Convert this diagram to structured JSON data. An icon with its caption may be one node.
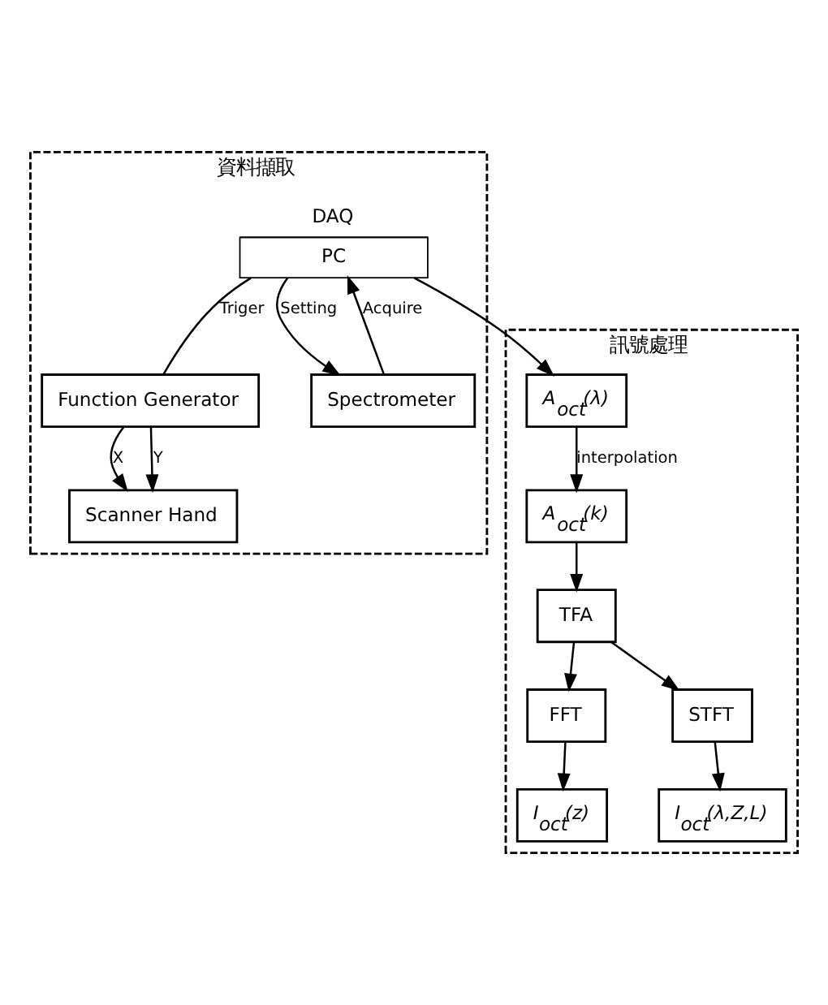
{
  "diagram": {
    "nodes": [
      {
        "text": [
          "資料擷取"
        ]
      },
      {
        "text": [
          "Function Generator"
        ],
        "in": 0
      },
      {
        "text": [
          "Scanner Hand"
        ],
        "in": 0
      },
      {
        "text": [
          "DAQ",
          "PC"
        ],
        "in": 0
      },
      {
        "text": [
          "Spectrometer"
        ],
        "in": 0
      },
      {
        "text": [
          "訊號處理"
        ]
      },
      {
        "text": [
          "A$_{oct}$(λ)"
        ],
        "in": 5
      },
      {
        "text": [
          "A$_{oct}$(k)"
        ],
        "in": 5
      },
      {
        "text": [
          "TFA"
        ],
        "in": 5
      },
      {
        "text": [
          "FFT"
        ],
        "in": 5
      },
      {
        "text": [
          "STFT"
        ],
        "in": 5
      },
      {
        "text": [
          "I$_{oct}$(z)"
        ],
        "in": 5
      },
      {
        "text": [
          "I$_{oct}$(λ,Z,L)"
        ],
        "in": 5
      }
    ],
    "edges": [
      {
        "from": 1,
        "to": 2,
        "arrow": "to",
        "label": "X"
      },
      {
        "from": 1,
        "to": 2,
        "arrow": "to",
        "label": "Y"
      },
      {
        "from": 3,
        "to": 1,
        "arrow": "none",
        "label": "Triger"
      },
      {
        "from": 3,
        "to": 4,
        "arrow": "to",
        "label": "Setting"
      },
      {
        "from": 4,
        "to": 3,
        "arrow": "to",
        "label": "Acquire"
      },
      {
        "from": 3,
        "to": 6,
        "arrow": "to"
      },
      {
        "from": 6,
        "to": 7,
        "arrow": "to",
        "label": "interpolation"
      },
      {
        "from": 7,
        "to": 8,
        "arrow": "to"
      },
      {
        "from": 8,
        "to": 9,
        "arrow": "to"
      },
      {
        "from": 8,
        "to": 10,
        "arrow": "to"
      },
      {
        "from": 9,
        "to": 11,
        "arrow": "to"
      },
      {
        "from": 10,
        "to": 12,
        "arrow": "to"
      }
    ]
  }
}
